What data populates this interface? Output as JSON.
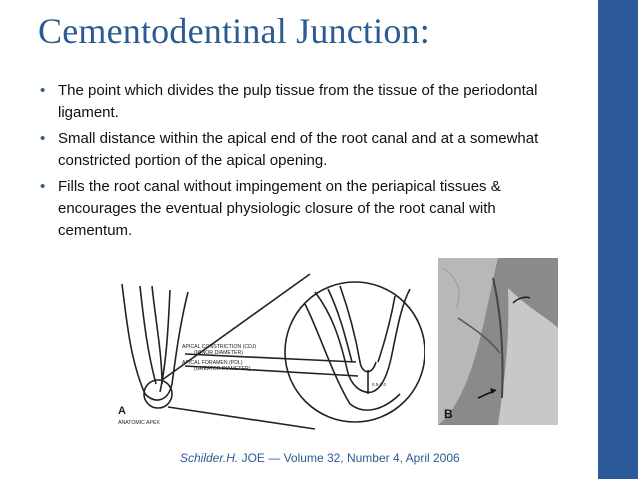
{
  "slide": {
    "title": "Cementodentinal Junction:",
    "bullets": [
      "The point which divides the pulp tissue from the tissue of the periodontal ligament.",
      "Small distance within the apical end of the root canal and at a somewhat constricted portion of the apical opening.",
      "Fills the root canal without impingement on the periapical tissues & encourages the eventual physiologic closure of the root canal with cementum."
    ],
    "bullet_char": "•",
    "figure_a": {
      "label": "A",
      "annotations": {
        "apical_constriction": "APICAL CONSTRICTION (CDJ)",
        "minor_diameter": "(MINOR DIAMETER)",
        "apical_foramen": "APICAL FORAMEN (PDL)",
        "greater_diameter": "(GREATER DIAMETER)",
        "anatomic_apex": "ANATOMIC APEX",
        "scale": "0.5-1.0"
      }
    },
    "figure_b": {
      "label": "B"
    },
    "citation": {
      "author": "Schilder.H.",
      "rest": " JOE — Volume 32, Number 4, April 2006"
    },
    "colors": {
      "title": "#2c5b93",
      "side_bar": "#2d5a9a"
    }
  }
}
